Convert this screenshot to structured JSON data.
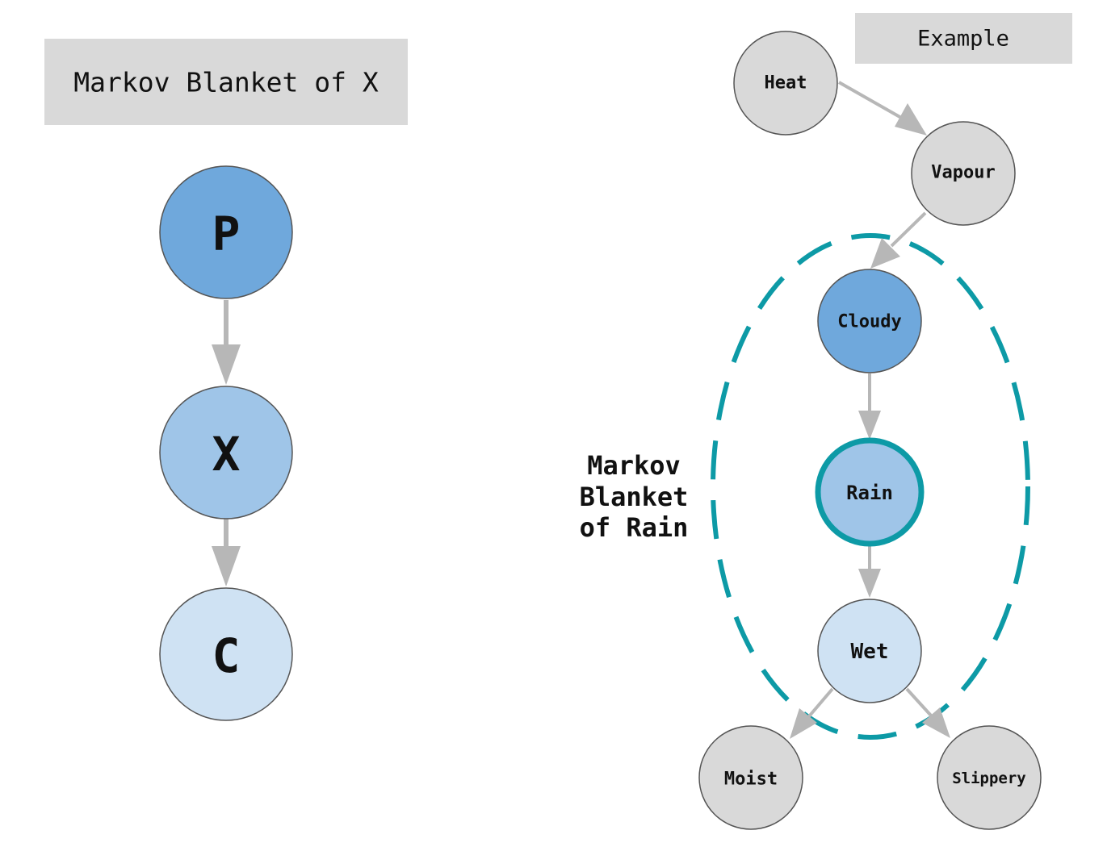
{
  "left_panel": {
    "title": "Markov Blanket of X",
    "nodes": [
      {
        "id": "P",
        "label": "P",
        "color": "#6fa8dc"
      },
      {
        "id": "X",
        "label": "X",
        "color": "#9fc5e8"
      },
      {
        "id": "C",
        "label": "C",
        "color": "#cfe2f3"
      }
    ],
    "edges": [
      [
        "P",
        "X"
      ],
      [
        "X",
        "C"
      ]
    ]
  },
  "right_panel": {
    "title": "Example",
    "blanket_label": [
      "Markov",
      "Blanket",
      "of Rain"
    ],
    "blanket_color": "#0d9aa6",
    "nodes": [
      {
        "id": "heat",
        "label": "Heat",
        "color": "#d9d9d9"
      },
      {
        "id": "vapour",
        "label": "Vapour",
        "color": "#d9d9d9"
      },
      {
        "id": "cloudy",
        "label": "Cloudy",
        "color": "#6fa8dc"
      },
      {
        "id": "rain",
        "label": "Rain",
        "color": "#9fc5e8"
      },
      {
        "id": "wet",
        "label": "Wet",
        "color": "#cfe2f3"
      },
      {
        "id": "moist",
        "label": "Moist",
        "color": "#d9d9d9"
      },
      {
        "id": "slippery",
        "label": "Slippery",
        "color": "#d9d9d9"
      }
    ],
    "edges": [
      [
        "heat",
        "vapour"
      ],
      [
        "vapour",
        "cloudy"
      ],
      [
        "cloudy",
        "rain"
      ],
      [
        "rain",
        "wet"
      ],
      [
        "wet",
        "moist"
      ],
      [
        "wet",
        "slippery"
      ]
    ]
  },
  "colors": {
    "edge": "#b7b7b7",
    "title_box": "#d9d9d9",
    "node_border": "#555555"
  }
}
